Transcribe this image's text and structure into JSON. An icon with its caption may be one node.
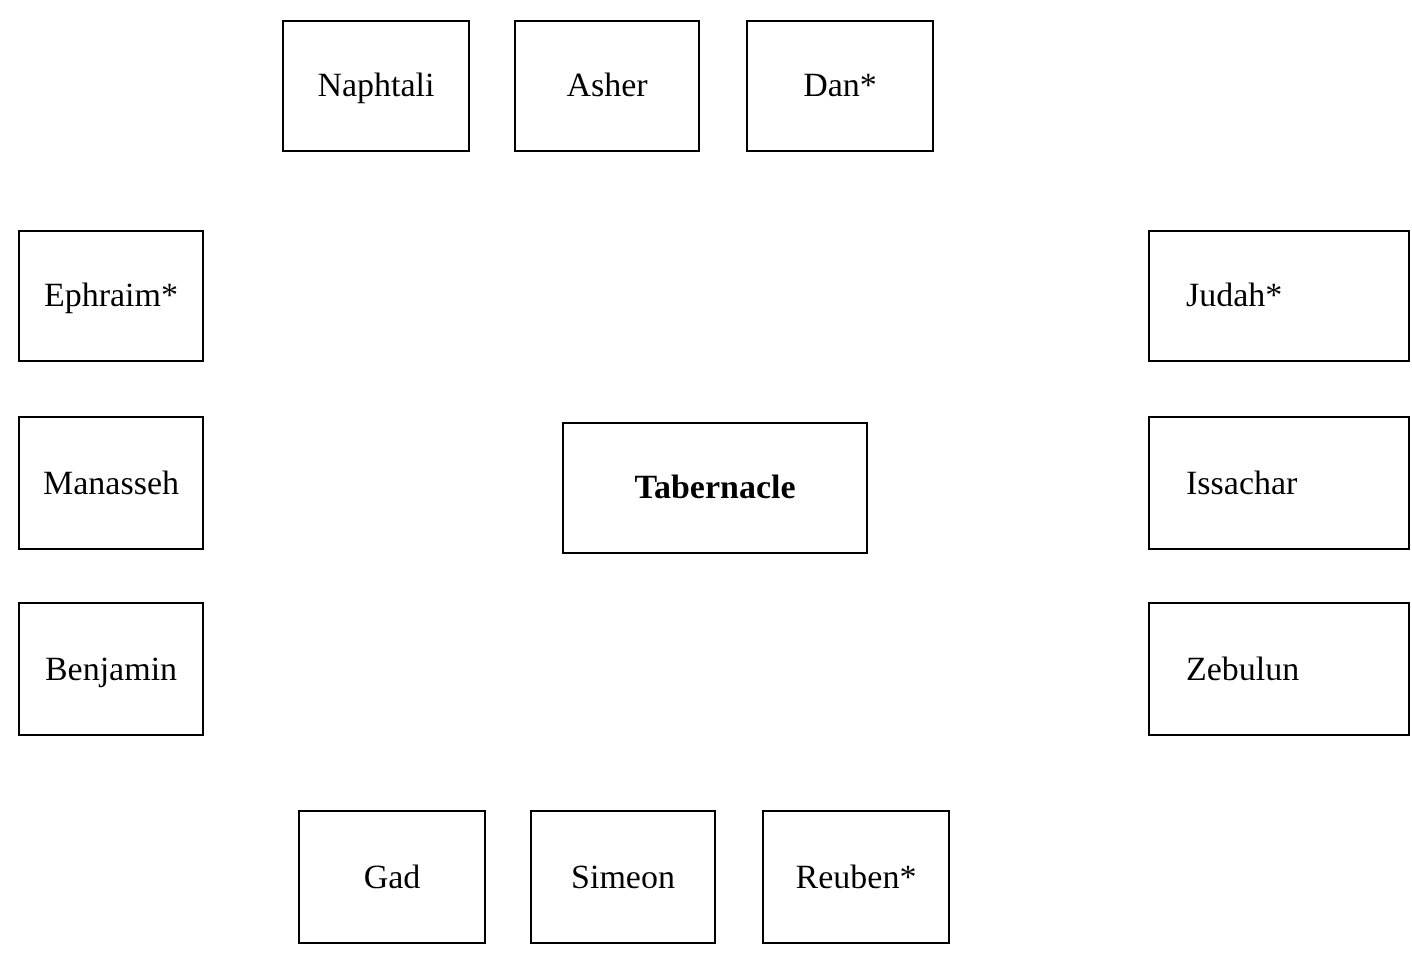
{
  "diagram": {
    "nodes": [
      {
        "text": [
          "Naphtali"
        ]
      },
      {
        "text": [
          "Asher"
        ]
      },
      {
        "text": [
          "Dan*"
        ]
      },
      {
        "text": [
          "Ephraim*"
        ]
      },
      {
        "text": [
          "Judah*"
        ]
      },
      {
        "text": [
          "Manasseh"
        ]
      },
      {
        "text": [
          "Tabernacle"
        ]
      },
      {
        "text": [
          "Issachar"
        ]
      },
      {
        "text": [
          "Benjamin"
        ]
      },
      {
        "text": [
          "Zebulun"
        ]
      },
      {
        "text": [
          "Gad"
        ]
      },
      {
        "text": [
          "Simeon"
        ]
      },
      {
        "text": [
          "Reuben*"
        ]
      }
    ]
  }
}
